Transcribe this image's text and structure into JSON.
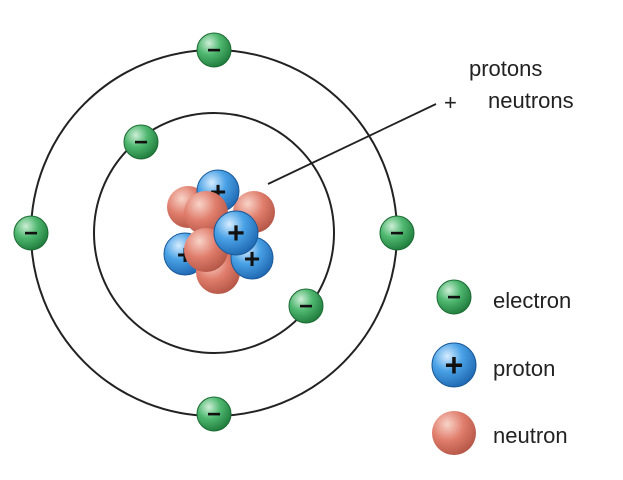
{
  "callout": {
    "line1": "protons",
    "plus": "+",
    "line2": "neutrons"
  },
  "legend": {
    "electron": "electron",
    "proton": "proton",
    "neutron": "neutron"
  },
  "symbols": {
    "electron": "−",
    "proton": "+"
  },
  "colors": {
    "electron": "#2e9a4e",
    "proton": "#3a8fd6",
    "neutron": "#d8786a",
    "orbit": "#222222"
  }
}
